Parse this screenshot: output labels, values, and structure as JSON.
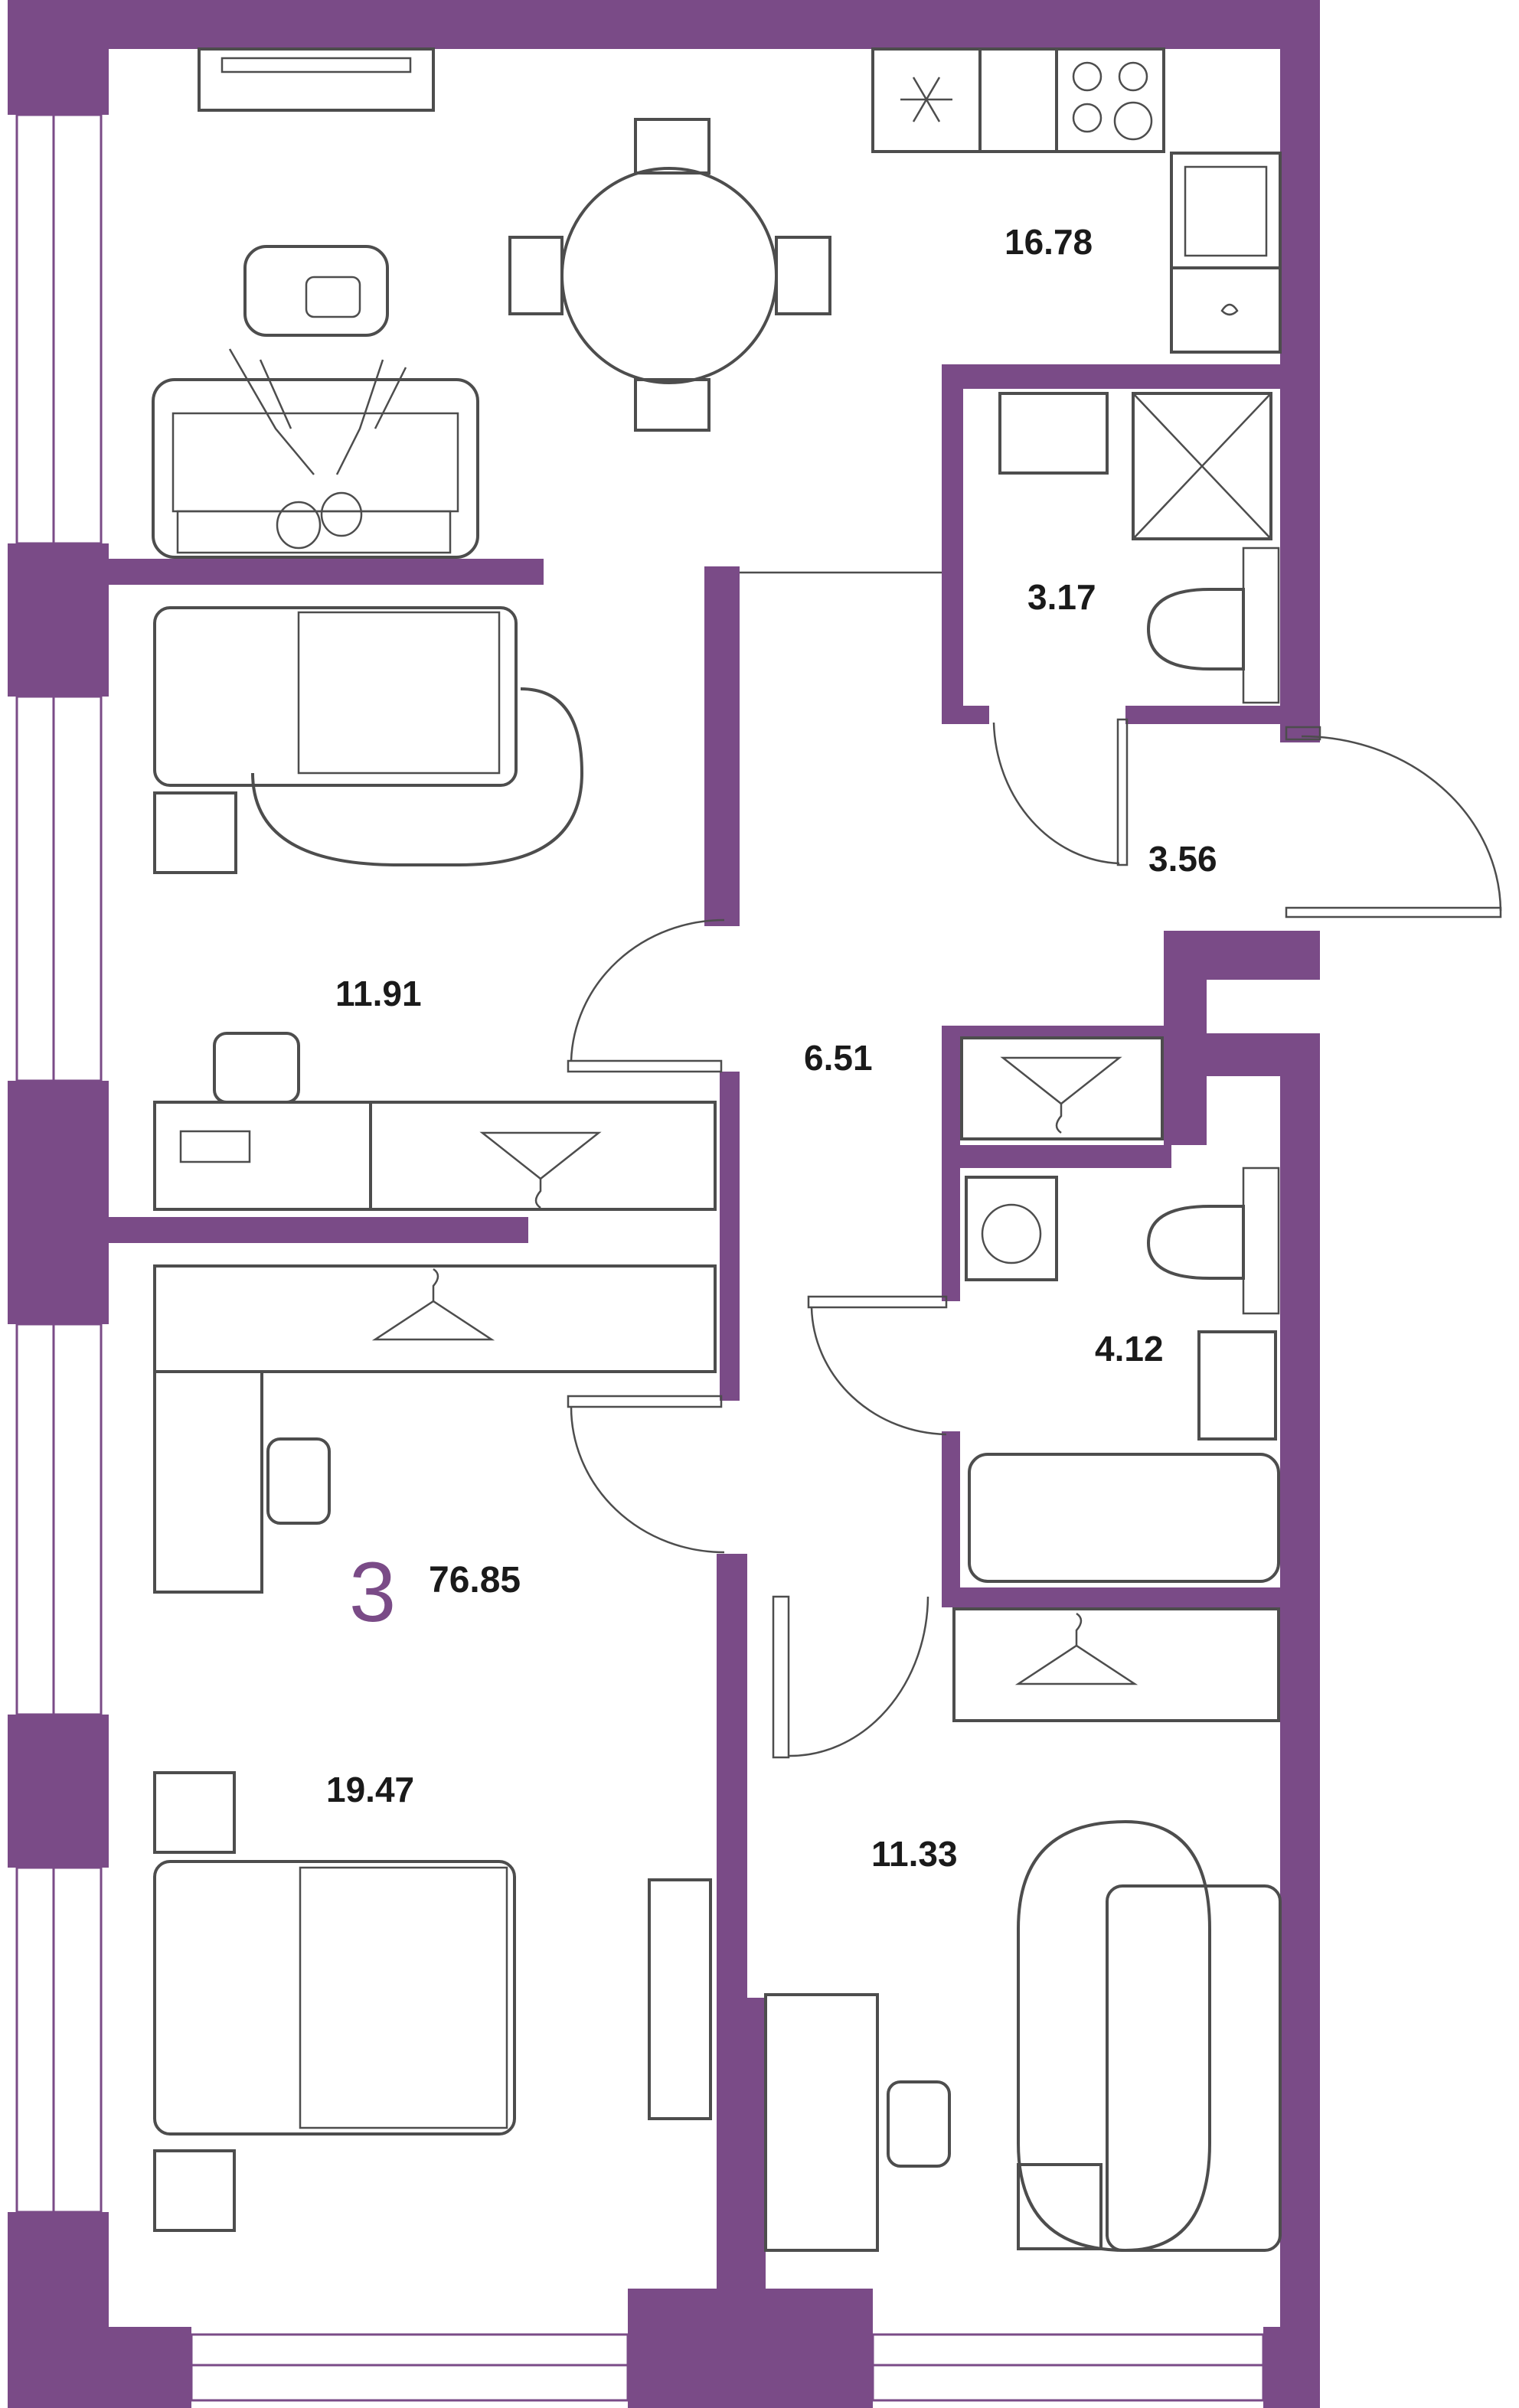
{
  "plan": {
    "rooms_count": "3",
    "total_area": "76.85",
    "wall_color": "#7a4b87",
    "furniture_color": "#4d4d4d",
    "areas": {
      "kitchen_living": "16.78",
      "bathroom_small": "3.17",
      "entry": "3.56",
      "bedroom_top": "11.91",
      "hall": "6.51",
      "bathroom_large": "4.12",
      "bedroom_main": "19.47",
      "bedroom_bottom_right": "11.33"
    },
    "icons": [
      "snowflake-icon",
      "hanger-icon",
      "washing-machine-icon",
      "stove-icon"
    ]
  }
}
